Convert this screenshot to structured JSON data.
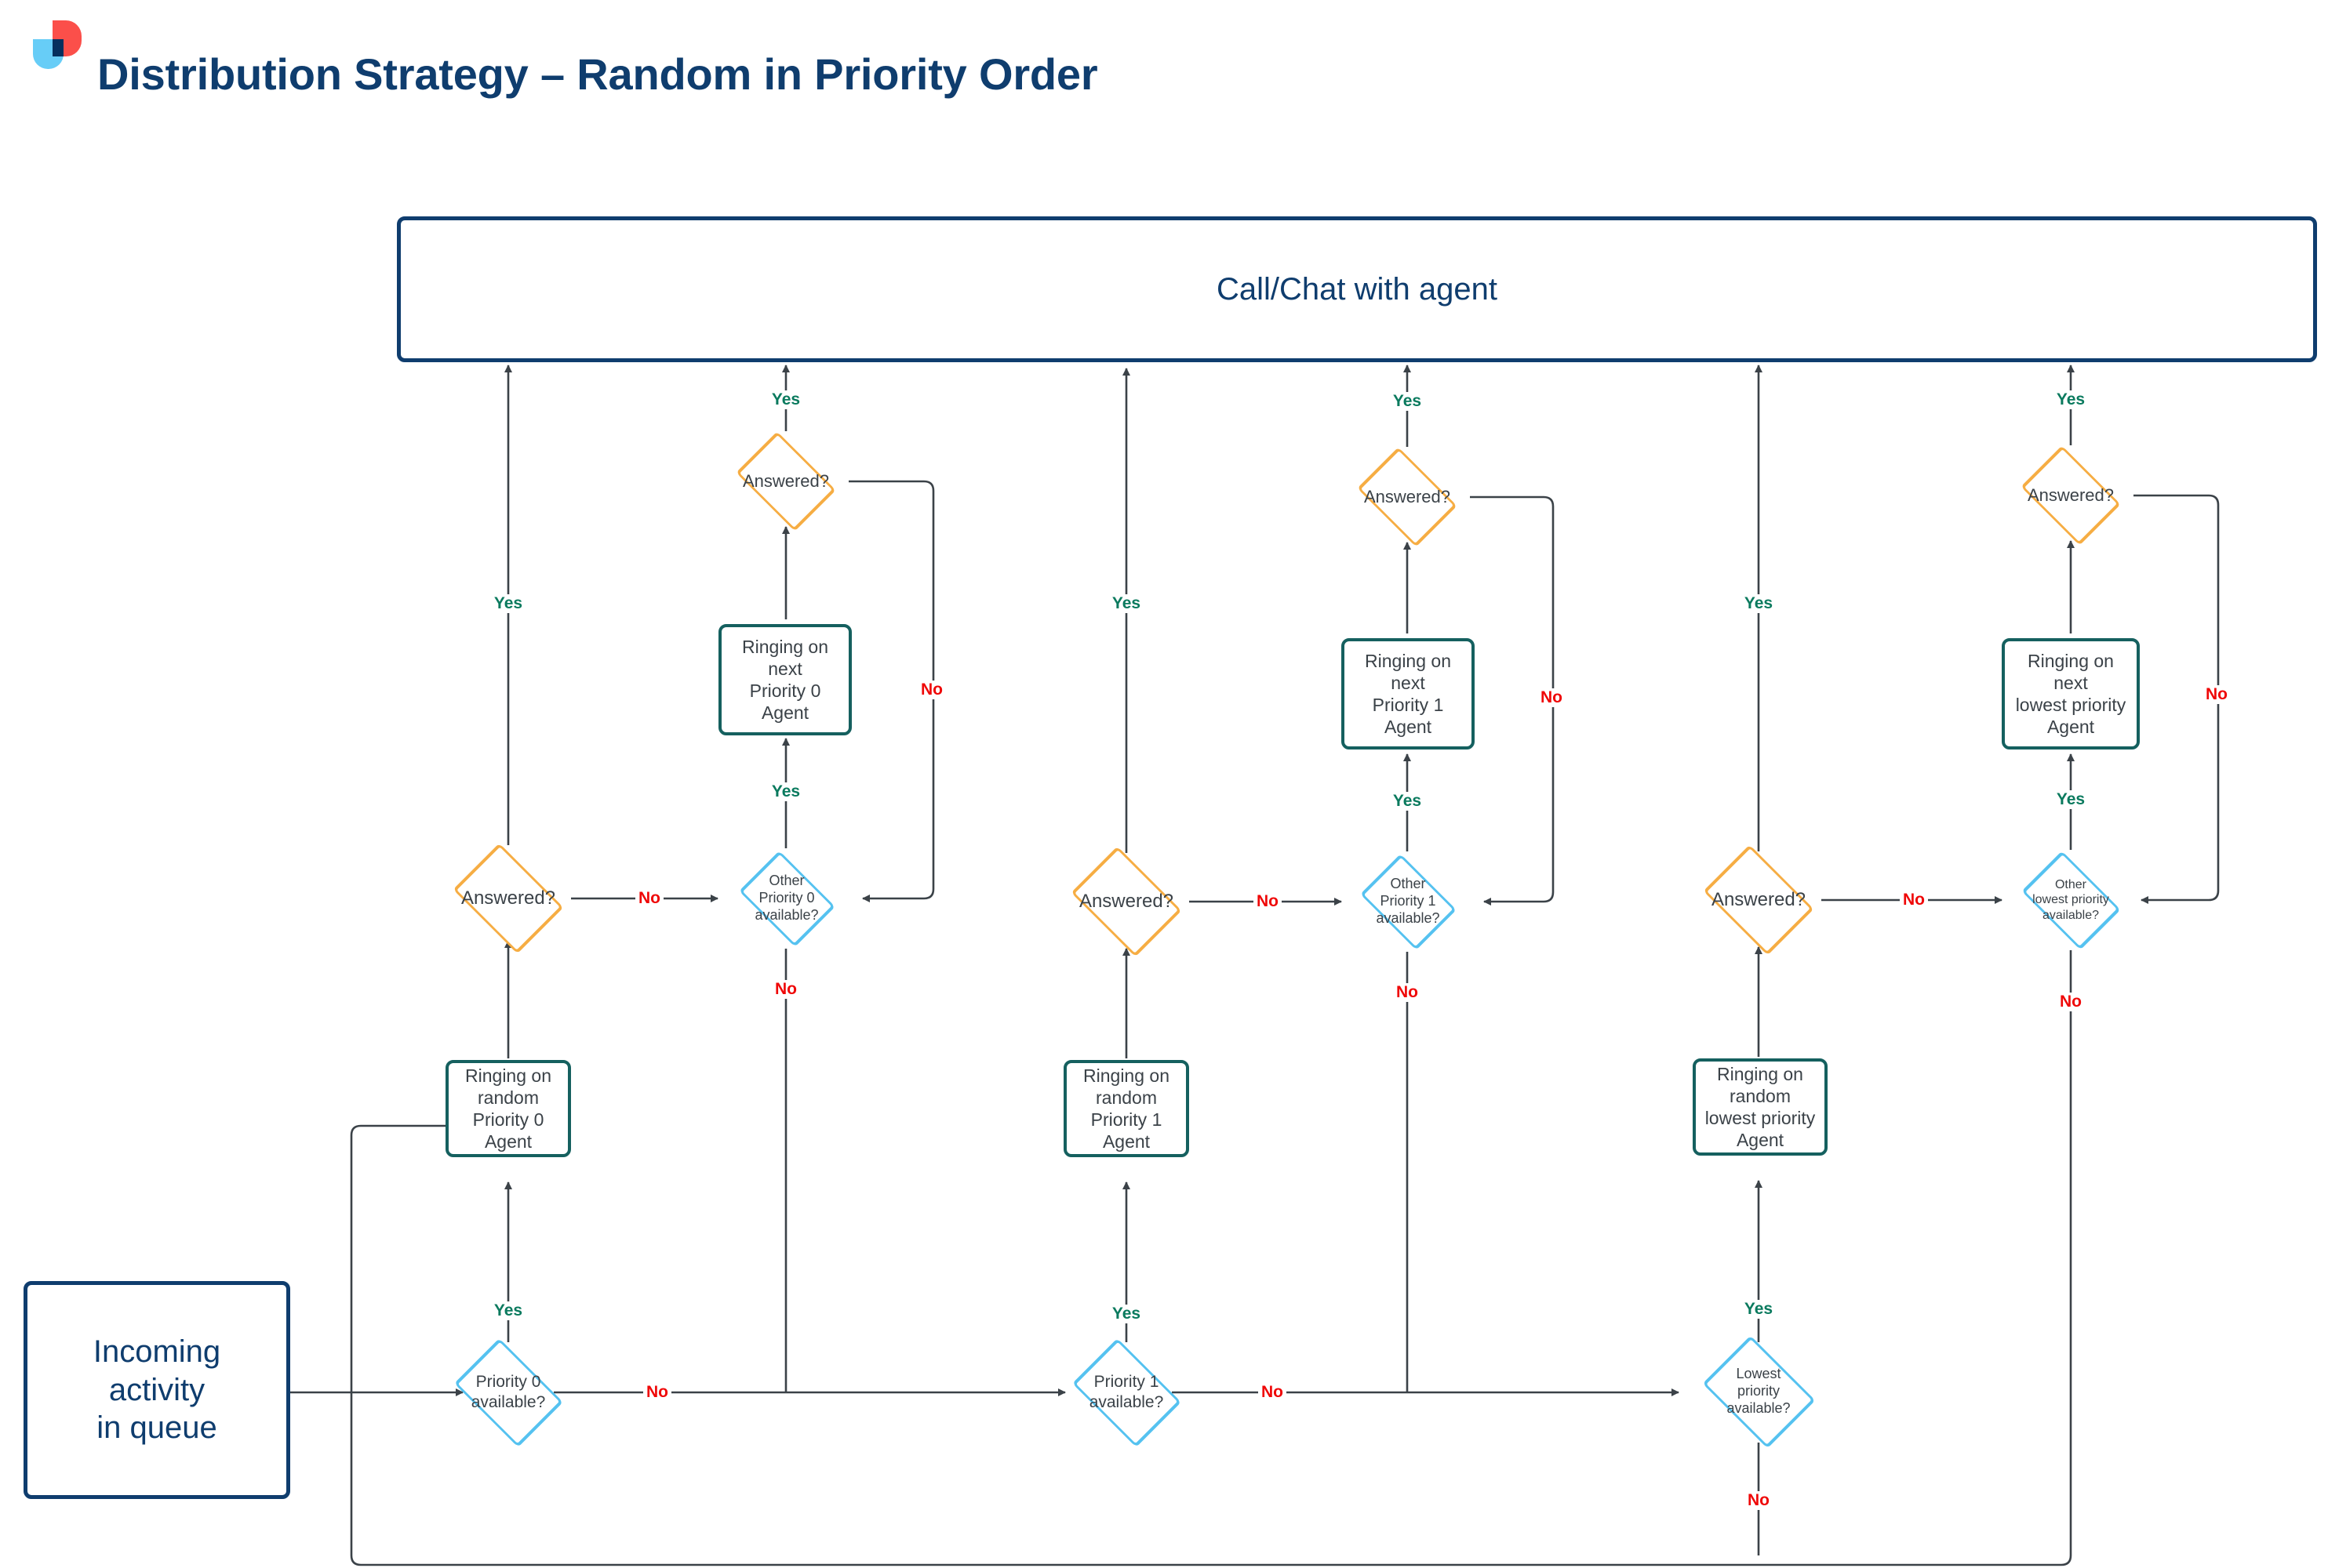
{
  "header": {
    "title": "Distribution Strategy – Random in Priority Order",
    "logo_name": "brand-logo"
  },
  "colors": {
    "title_navy": "#0f3d6e",
    "terminal_border": "#0f3d6e",
    "process_border": "#15605f",
    "decision_blue": "#55c2f0",
    "decision_orange": "#f6ad43",
    "edge": "#3b4248",
    "yes_label": "#0a7a5e",
    "no_label": "#ef0707",
    "logo_red": "#fb4f4a",
    "logo_blue": "#67cdf7",
    "logo_navy": "#06305e"
  },
  "diagram": {
    "type": "flowchart",
    "terminals": {
      "call_chat": "Call/Chat with agent",
      "incoming": "Incoming\nactivity\nin queue"
    },
    "columns": [
      {
        "id": "priority-0",
        "available_decision": "Priority 0\navailable?",
        "random_process": "Ringing on\nrandom\nPriority 0\nAgent",
        "answered_decision": "Answered?",
        "other_decision": "Other\nPriority 0\navailable?",
        "next_process": "Ringing on\nnext\nPriority 0\nAgent",
        "answered_decision_2": "Answered?"
      },
      {
        "id": "priority-1",
        "available_decision": "Priority 1\navailable?",
        "random_process": "Ringing on\nrandom\nPriority 1\nAgent",
        "answered_decision": "Answered?",
        "other_decision": "Other\nPriority 1\navailable?",
        "next_process": "Ringing on\nnext\nPriority 1\nAgent",
        "answered_decision_2": "Answered?"
      },
      {
        "id": "lowest-priority",
        "available_decision": "Lowest\npriority\navailable?",
        "random_process": "Ringing on\nrandom\nlowest priority\nAgent",
        "answered_decision": "Answered?",
        "other_decision": "Other\nlowest priority\navailable?",
        "next_process": "Ringing on\nnext\nlowest priority\nAgent",
        "answered_decision_2": "Answered?"
      }
    ],
    "edge_labels": {
      "yes": "Yes",
      "no": "No"
    },
    "edges": [
      {
        "from": "incoming",
        "to": "priority-0 available?",
        "label": ""
      },
      {
        "from": "priority-0 available?",
        "to": "ringing random priority 0",
        "label": "Yes"
      },
      {
        "from": "priority-0 available?",
        "to": "priority-1 available?",
        "label": "No"
      },
      {
        "from": "ringing random priority 0",
        "to": "answered? (p0)",
        "label": ""
      },
      {
        "from": "answered? (p0)",
        "to": "call/chat with agent",
        "label": "Yes"
      },
      {
        "from": "answered? (p0)",
        "to": "other priority 0 available?",
        "label": "No"
      },
      {
        "from": "other priority 0 available?",
        "to": "ringing next priority 0",
        "label": "Yes"
      },
      {
        "from": "other priority 0 available?",
        "to": "priority-1 available? (line)",
        "label": "No"
      },
      {
        "from": "ringing next priority 0",
        "to": "answered? (next p0)",
        "label": ""
      },
      {
        "from": "answered? (next p0)",
        "to": "call/chat with agent",
        "label": "Yes"
      },
      {
        "from": "answered? (next p0)",
        "to": "other priority 0 available?",
        "label": "No"
      },
      {
        "from": "priority-1 available?",
        "to": "ringing random priority 1",
        "label": "Yes"
      },
      {
        "from": "priority-1 available?",
        "to": "lowest priority available?",
        "label": "No"
      },
      {
        "from": "ringing random priority 1",
        "to": "answered? (p1)",
        "label": ""
      },
      {
        "from": "answered? (p1)",
        "to": "call/chat with agent",
        "label": "Yes"
      },
      {
        "from": "answered? (p1)",
        "to": "other priority 1 available?",
        "label": "No"
      },
      {
        "from": "other priority 1 available?",
        "to": "ringing next priority 1",
        "label": "Yes"
      },
      {
        "from": "other priority 1 available?",
        "to": "lowest priority available? (line)",
        "label": "No"
      },
      {
        "from": "ringing next priority 1",
        "to": "answered? (next p1)",
        "label": ""
      },
      {
        "from": "answered? (next p1)",
        "to": "call/chat with agent",
        "label": "Yes"
      },
      {
        "from": "answered? (next p1)",
        "to": "other priority 1 available?",
        "label": "No"
      },
      {
        "from": "lowest priority available?",
        "to": "ringing random lowest priority",
        "label": "Yes"
      },
      {
        "from": "lowest priority available?",
        "to": "ringing random priority 0 (loop back)",
        "label": "No"
      },
      {
        "from": "ringing random lowest priority",
        "to": "answered? (lp)",
        "label": ""
      },
      {
        "from": "answered? (lp)",
        "to": "call/chat with agent",
        "label": "Yes"
      },
      {
        "from": "answered? (lp)",
        "to": "other lowest priority available?",
        "label": "No"
      },
      {
        "from": "other lowest priority available?",
        "to": "ringing next lowest priority",
        "label": "Yes"
      },
      {
        "from": "other lowest priority available?",
        "to": "ringing random priority 0 (loop back)",
        "label": "No"
      },
      {
        "from": "ringing next lowest priority",
        "to": "answered? (next lp)",
        "label": ""
      },
      {
        "from": "answered? (next lp)",
        "to": "call/chat with agent",
        "label": "Yes"
      },
      {
        "from": "answered? (next lp)",
        "to": "other lowest priority available?",
        "label": "No"
      }
    ]
  }
}
